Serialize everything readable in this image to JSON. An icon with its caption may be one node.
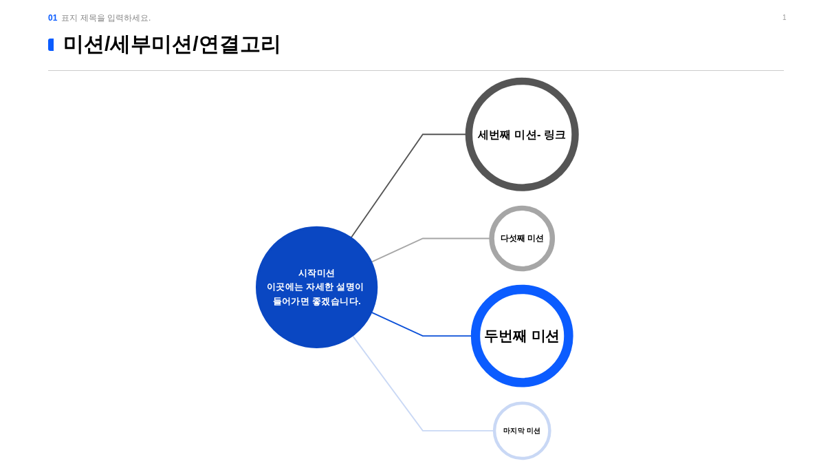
{
  "diagram": {
    "title": "미션/세부미션/연결고리",
    "nodes": [
      {
        "text": [
          "시작미션",
          "이곳에는 자세한 설명이 들어가면 좋겠습니다."
        ]
      },
      {
        "text": [
          "세번째 미션- 링크"
        ]
      },
      {
        "text": [
          "다섯째 미션"
        ]
      },
      {
        "text": [
          "두번째 미션"
        ]
      },
      {
        "text": [
          "마지막 미션"
        ]
      }
    ],
    "edges": [
      {
        "from": 0,
        "to": 1,
        "arrow": "none",
        "color": "#555555"
      },
      {
        "from": 0,
        "to": 2,
        "arrow": "none",
        "color": "#a6a6a6"
      },
      {
        "from": 0,
        "to": 3,
        "arrow": "none",
        "color": "#0b50d8"
      },
      {
        "from": 0,
        "to": 4,
        "arrow": "none",
        "color": "#c9d8f5"
      }
    ],
    "labels": [
      "01",
      "표지 제목을 입력하세요.",
      "1"
    ]
  }
}
